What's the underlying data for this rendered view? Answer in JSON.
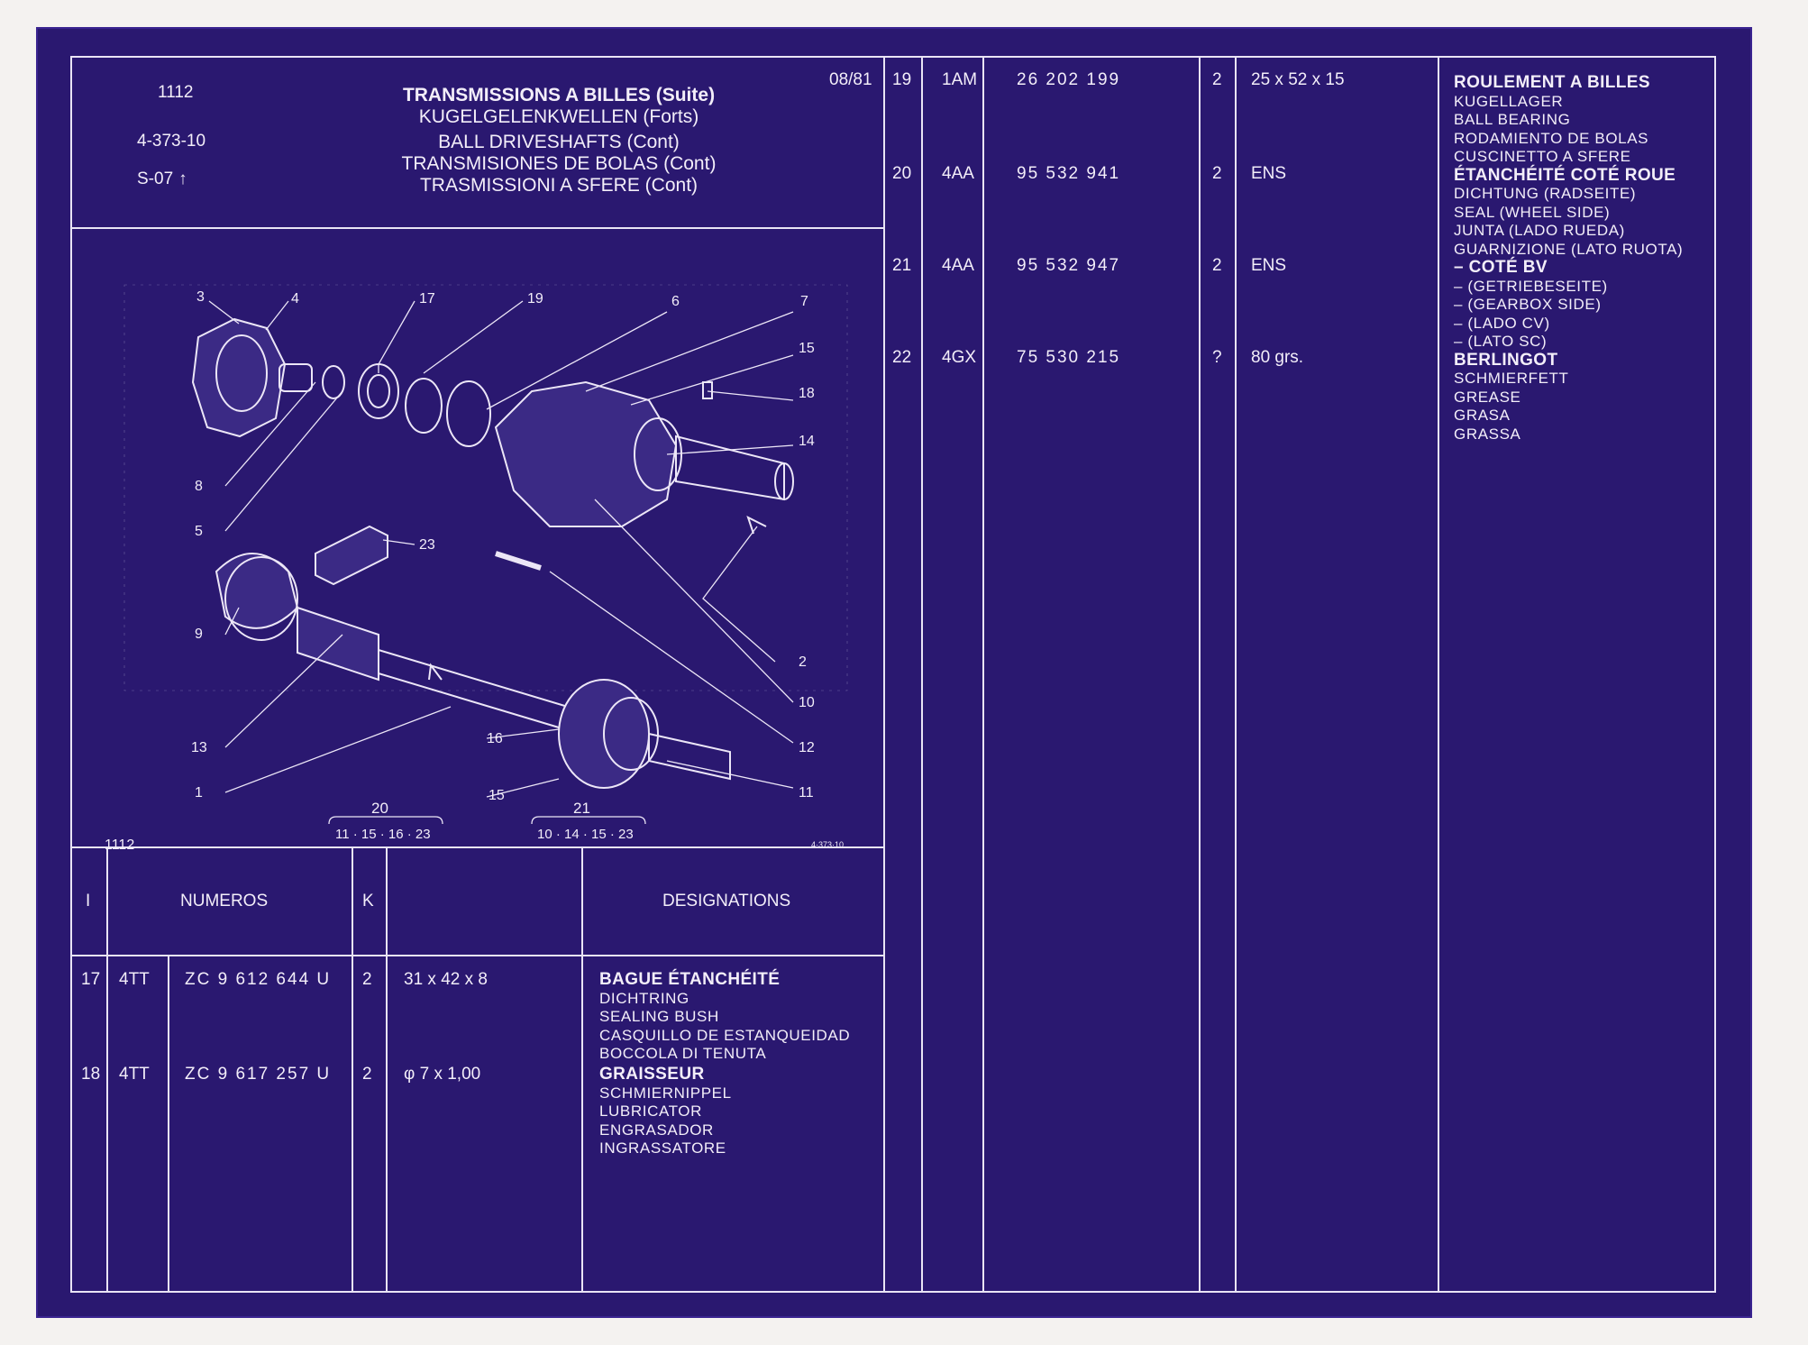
{
  "header": {
    "code1": "1112",
    "code2": "4-373-10",
    "code3": "S-07",
    "date": "08/81",
    "titles": [
      "TRANSMISSIONS A BILLES (Suite)",
      "KUGELGELENKWELLEN (Forts)",
      "BALL DRIVESHAFTS (Cont)",
      "TRANSMISIONES DE BOLAS (Cont)",
      "TRASMISSIONI A SFERE (Cont)"
    ]
  },
  "diagram": {
    "label_left": "1112",
    "label_right": "4·373·10",
    "callouts": [
      "3",
      "4",
      "17",
      "19",
      "6",
      "7",
      "15",
      "18",
      "14",
      "8",
      "5",
      "23",
      "9",
      "2",
      "10",
      "13",
      "16",
      "12",
      "1",
      "15",
      "11"
    ],
    "groups": [
      {
        "id": "20",
        "members": "11 · 15 · 16 · 23"
      },
      {
        "id": "21",
        "members": "10 · 14 · 15 · 23"
      }
    ]
  },
  "table_header": {
    "col_i": "I",
    "col_numeros": "NUMEROS",
    "col_k": "K",
    "col_designations": "DESIGNATIONS"
  },
  "rows_left": [
    {
      "i": "17",
      "code": "4TT",
      "ref": "ZC 9 612 644 U",
      "k": "2",
      "dim": "31 x 42 x 8",
      "designation": [
        "BAGUE ÉTANCHÉITÉ",
        "DICHTRING",
        "SEALING BUSH",
        "CASQUILLO DE ESTANQUEIDAD",
        "BOCCOLA DI TENUTA"
      ]
    },
    {
      "i": "18",
      "code": "4TT",
      "ref": "ZC 9 617 257 U",
      "k": "2",
      "dim": "φ 7 x 1,00",
      "designation": [
        "GRAISSEUR",
        "SCHMIERNIPPEL",
        "LUBRICATOR",
        "ENGRASADOR",
        "INGRASSATORE"
      ]
    }
  ],
  "rows_right": [
    {
      "i": "19",
      "code": "1AM",
      "ref": "26 202 199",
      "k": "2",
      "dim": "25 x 52 x 15"
    },
    {
      "i": "20",
      "code": "4AA",
      "ref": "95 532 941",
      "k": "2",
      "dim": "ENS"
    },
    {
      "i": "21",
      "code": "4AA",
      "ref": "95 532 947",
      "k": "2",
      "dim": "ENS"
    },
    {
      "i": "22",
      "code": "4GX",
      "ref": "75 530 215",
      "k": "?",
      "dim": "80 grs."
    }
  ],
  "designations_right": [
    {
      "text": "ROULEMENT A BILLES",
      "bold": true
    },
    {
      "text": "KUGELLAGER",
      "bold": false
    },
    {
      "text": "BALL BEARING",
      "bold": false
    },
    {
      "text": "RODAMIENTO DE BOLAS",
      "bold": false
    },
    {
      "text": "CUSCINETTO A SFERE",
      "bold": false
    },
    {
      "text": "ÉTANCHÉITÉ COTÉ ROUE",
      "bold": true
    },
    {
      "text": "DICHTUNG (RADSEITE)",
      "bold": false
    },
    {
      "text": "SEAL (WHEEL SIDE)",
      "bold": false
    },
    {
      "text": "JUNTA (LADO RUEDA)",
      "bold": false
    },
    {
      "text": "GUARNIZIONE (LATO RUOTA)",
      "bold": false
    },
    {
      "text": "– COTÉ BV",
      "bold": true
    },
    {
      "text": "– (GETRIEBESEITE)",
      "bold": false
    },
    {
      "text": "– (GEARBOX SIDE)",
      "bold": false
    },
    {
      "text": "– (LADO CV)",
      "bold": false
    },
    {
      "text": "– (LATO SC)",
      "bold": false
    },
    {
      "text": "BERLINGOT",
      "bold": true
    },
    {
      "text": "SCHMIERFETT",
      "bold": false
    },
    {
      "text": "GREASE",
      "bold": false
    },
    {
      "text": "GRASA",
      "bold": false
    },
    {
      "text": "GRASSA",
      "bold": false
    }
  ],
  "colors": {
    "background": "#2a1870",
    "line": "#e9e4f5",
    "paper": "#f4f2f0"
  }
}
